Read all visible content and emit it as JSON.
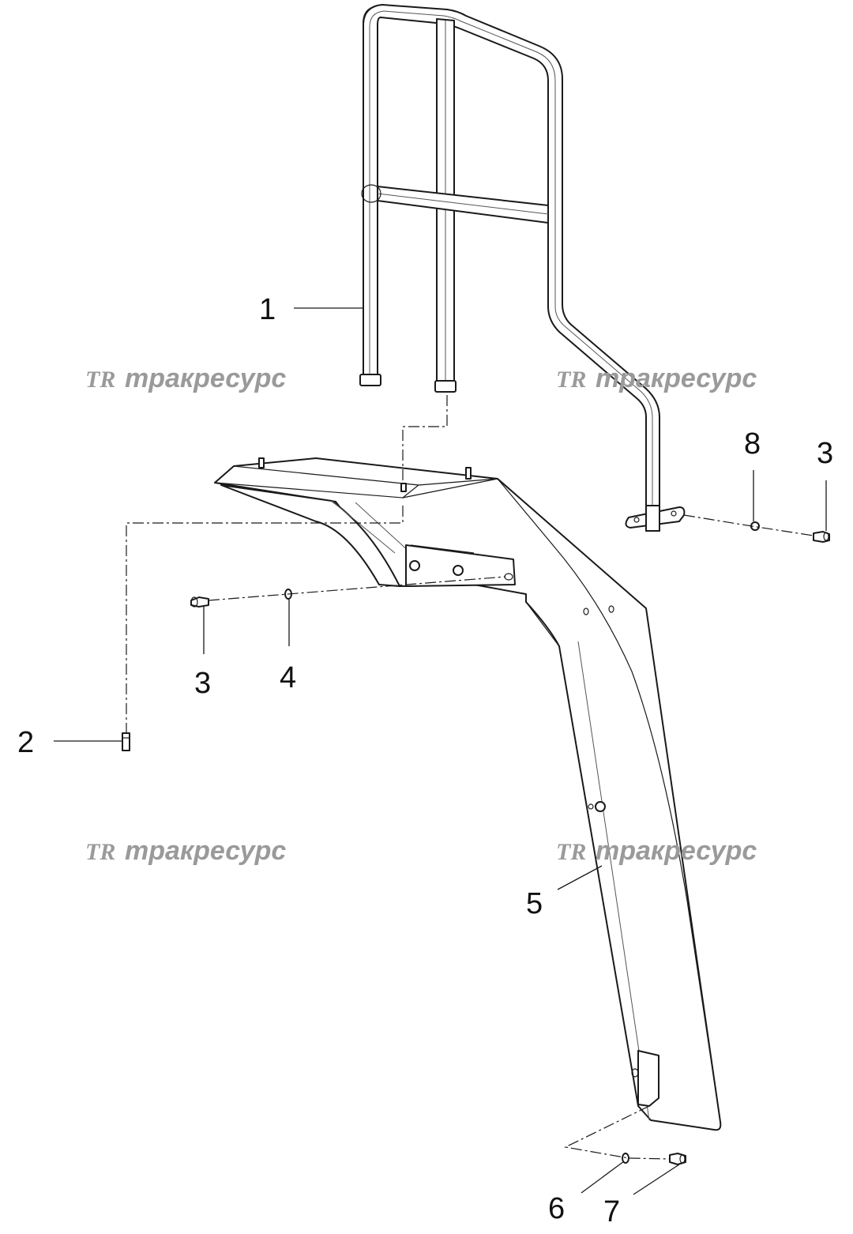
{
  "watermark": {
    "text": "тракресурс",
    "logo": "TR"
  },
  "callouts": {
    "c1": "1",
    "c2": "2",
    "c3a": "3",
    "c3b": "3",
    "c4": "4",
    "c5": "5",
    "c6": "6",
    "c7": "7",
    "c8": "8"
  },
  "colors": {
    "line": "#1a1a1a",
    "watermark": "#9a9a9a",
    "background": "#ffffff"
  }
}
